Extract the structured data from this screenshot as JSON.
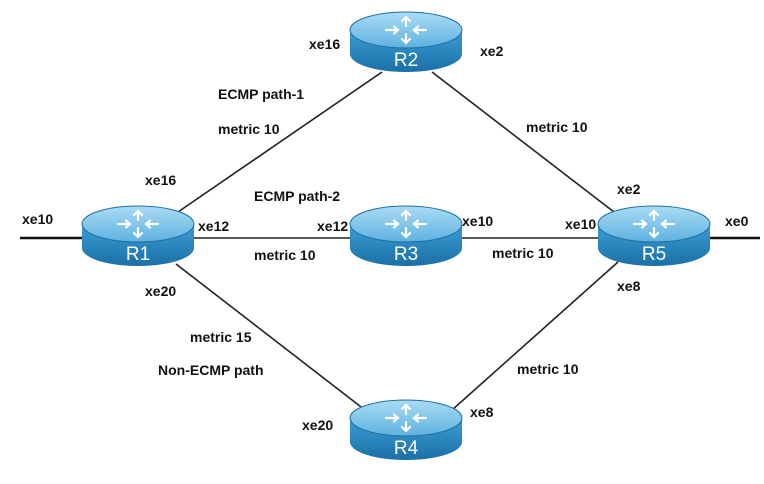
{
  "colors": {
    "router_body": "#2b8dc7",
    "router_top": "#7fc2e8",
    "router_rim": "#1f6fa0",
    "line": "#222222",
    "label": "#111111"
  },
  "routers": {
    "r1": {
      "name": "R1",
      "icon": "router-icon"
    },
    "r2": {
      "name": "R2",
      "icon": "router-icon"
    },
    "r3": {
      "name": "R3",
      "icon": "router-icon"
    },
    "r4": {
      "name": "R4",
      "icon": "router-icon"
    },
    "r5": {
      "name": "R5",
      "icon": "router-icon"
    }
  },
  "interfaces": {
    "r1_left": "xe10",
    "r1_r2": "xe16",
    "r1_r3": "xe12",
    "r1_r4": "xe20",
    "r2_r1": "xe16",
    "r2_r5": "xe2",
    "r3_r1": "xe12",
    "r3_r5": "xe10",
    "r4_r1": "xe20",
    "r4_r5": "xe8",
    "r5_r2": "xe2",
    "r5_r3": "xe10",
    "r5_r4": "xe8",
    "r5_right": "xe0"
  },
  "links": {
    "r1_r2": {
      "path": "ECMP path-1",
      "metric": "metric 10"
    },
    "r1_r3": {
      "path": "ECMP path-2",
      "metric": "metric 10"
    },
    "r1_r4": {
      "path": "Non-ECMP path",
      "metric": "metric 15"
    },
    "r2_r5": {
      "metric": "metric 10"
    },
    "r3_r5": {
      "metric": "metric 10"
    },
    "r4_r5": {
      "metric": "metric 10"
    }
  }
}
